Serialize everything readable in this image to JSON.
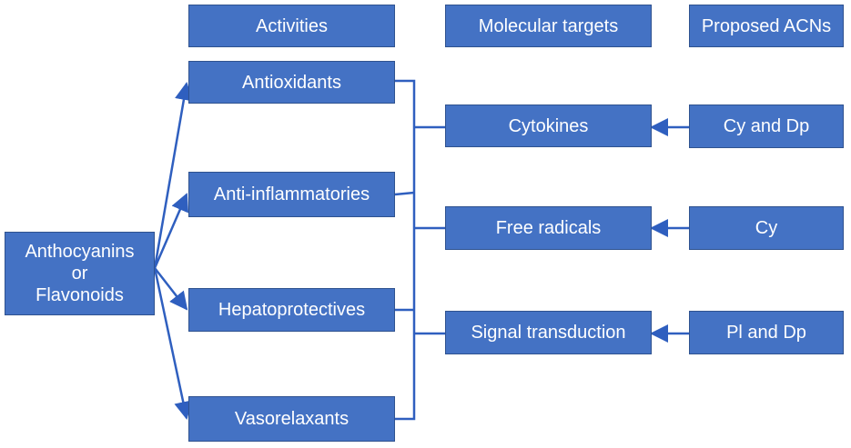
{
  "headers": {
    "activities": "Activities",
    "molecular_targets": "Molecular targets",
    "proposed_acns": "Proposed ACNs"
  },
  "source": [
    "Anthocyanins",
    "or",
    "Flavonoids"
  ],
  "activities": [
    "Antioxidants",
    "Anti-inflammatories",
    "Hepatoprotectives",
    "Vasorelaxants"
  ],
  "targets": [
    "Cytokines",
    "Free radicals",
    "Signal transduction"
  ],
  "acns": [
    "Cy and Dp",
    "Cy",
    "Pl and Dp"
  ],
  "colors": {
    "box_fill": "#4472c4",
    "box_border": "#2f528f",
    "line": "#2f5fbf",
    "text": "#ffffff"
  }
}
